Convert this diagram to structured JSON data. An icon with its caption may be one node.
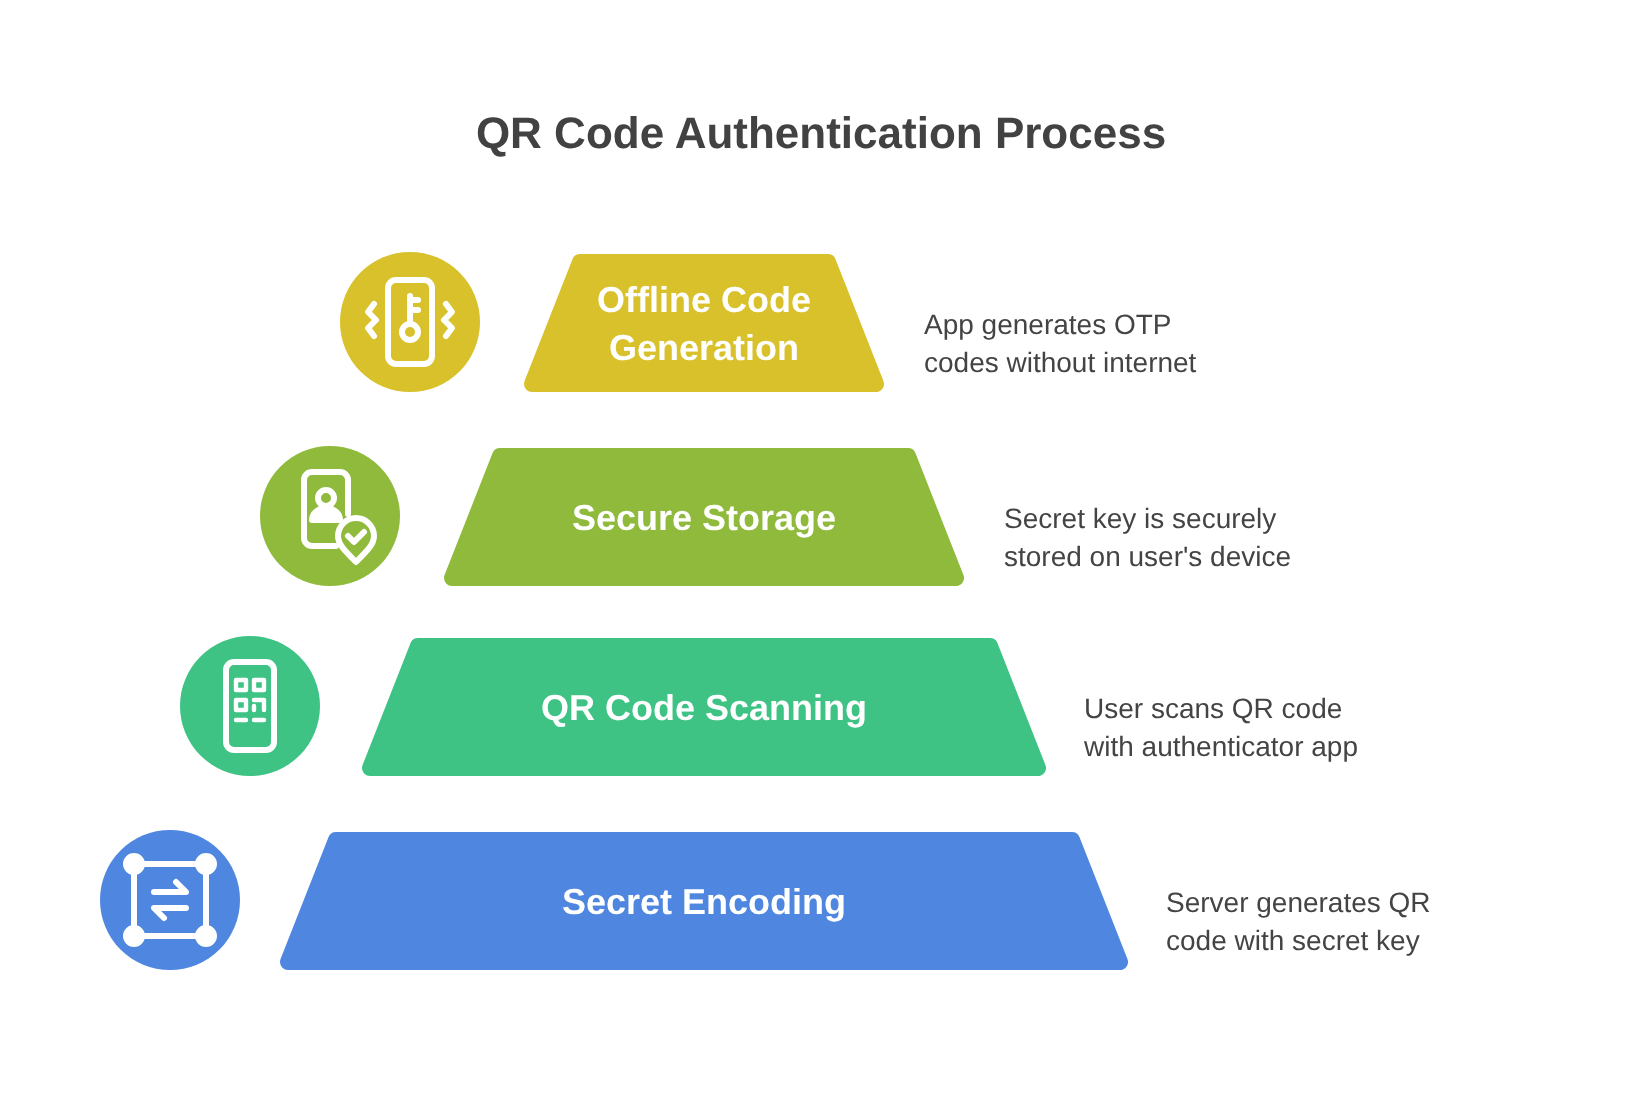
{
  "diagram": {
    "title": "QR Code Authentication Process",
    "nodes": [
      {
        "text": [
          "Offline Code Generation"
        ],
        "beside": [
          "App generates OTP codes without internet"
        ]
      },
      {
        "text": [
          "Secure Storage"
        ],
        "beside": [
          "Secret key is securely stored on user's device"
        ]
      },
      {
        "text": [
          "QR Code Scanning"
        ],
        "beside": [
          "User scans QR code with authenticator app"
        ]
      },
      {
        "text": [
          "Secret Encoding"
        ],
        "beside": [
          "Server generates QR code with secret key"
        ]
      }
    ]
  }
}
